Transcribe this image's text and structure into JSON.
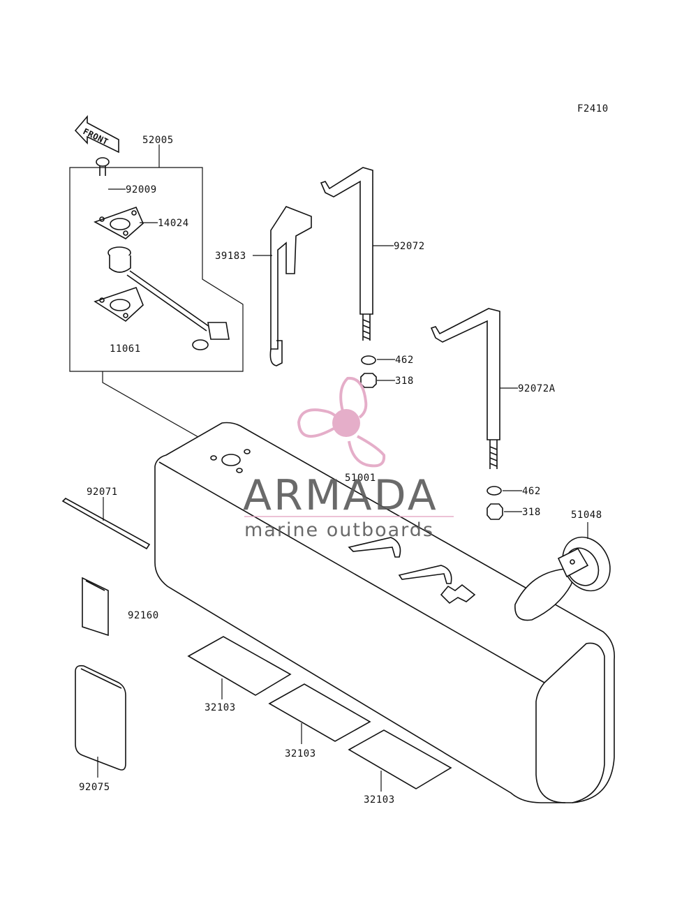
{
  "figure_code": "F2410",
  "front_label": "FRONT",
  "watermark": {
    "title": "ARMADA",
    "subtitle": "marine outboards",
    "logo_color": "#e3a6c4",
    "text_color": "#5a5a5a"
  },
  "part_labels": {
    "p52005": "52005",
    "p92009": "92009",
    "p14024": "14024",
    "p11061": "11061",
    "p39183": "39183",
    "p92072": "92072",
    "p462a": "462",
    "p318a": "318",
    "p92072A": "92072A",
    "p51001": "51001",
    "p462b": "462",
    "p318b": "318",
    "p51048": "51048",
    "p92071": "92071",
    "p92160": "92160",
    "p92075": "92075",
    "p32103a": "32103",
    "p32103b": "32103",
    "p32103c": "32103"
  }
}
